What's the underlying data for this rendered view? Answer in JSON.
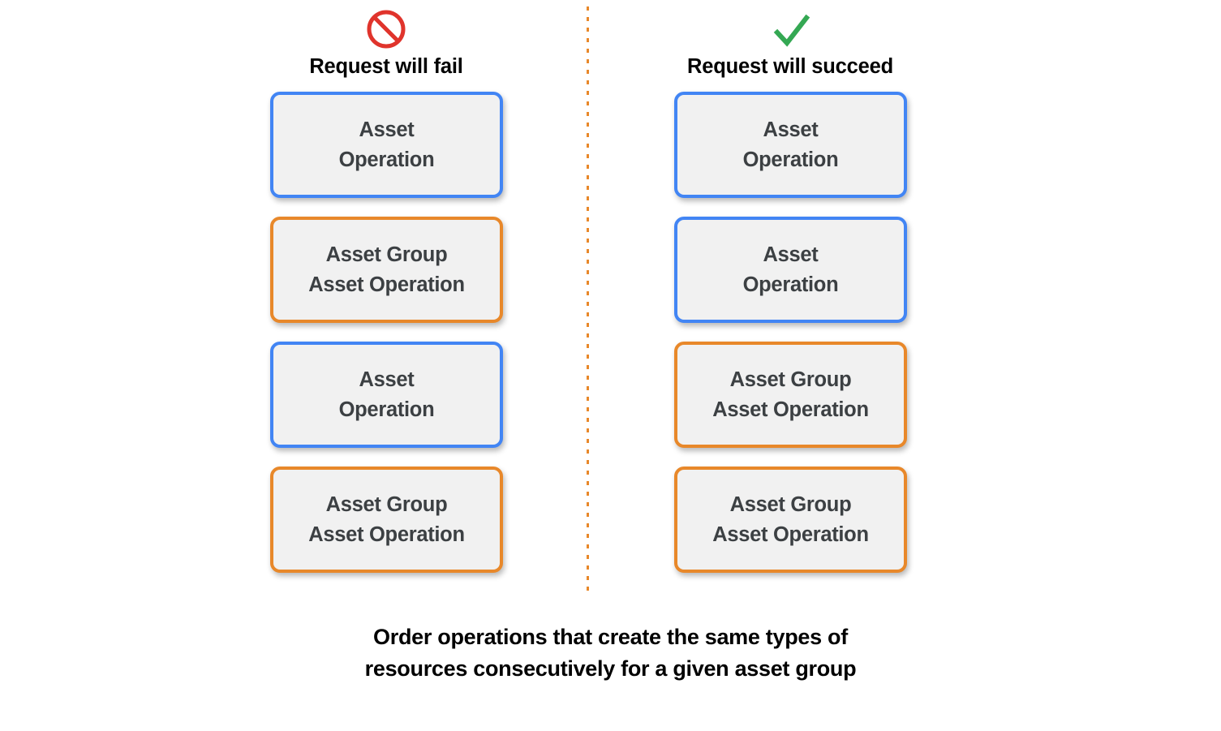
{
  "colors": {
    "blue_border": "#4285f4",
    "orange_border": "#e8882a",
    "card_fill": "#f1f1f1",
    "card_text": "#3c4043",
    "fail_icon": "#e0342c",
    "succeed_icon": "#34a853",
    "divider": "#e8882a",
    "background": "#ffffff"
  },
  "columns": [
    {
      "id": "fail",
      "icon": "prohibition-icon",
      "title": "Request will fail",
      "cards": [
        {
          "label": "Asset\nOperation",
          "type": "asset",
          "border": "blue"
        },
        {
          "label": "Asset Group\nAsset Operation",
          "type": "asset-group",
          "border": "orange"
        },
        {
          "label": "Asset\nOperation",
          "type": "asset",
          "border": "blue"
        },
        {
          "label": "Asset Group\nAsset Operation",
          "type": "asset-group",
          "border": "orange"
        }
      ]
    },
    {
      "id": "succeed",
      "icon": "checkmark-icon",
      "title": "Request will succeed",
      "cards": [
        {
          "label": "Asset\nOperation",
          "type": "asset",
          "border": "blue"
        },
        {
          "label": "Asset\nOperation",
          "type": "asset",
          "border": "blue"
        },
        {
          "label": "Asset Group\nAsset Operation",
          "type": "asset-group",
          "border": "orange"
        },
        {
          "label": "Asset Group\nAsset Operation",
          "type": "asset-group",
          "border": "orange"
        }
      ]
    }
  ],
  "caption": "Order operations that create the same types of\nresources consecutively for a given asset group"
}
